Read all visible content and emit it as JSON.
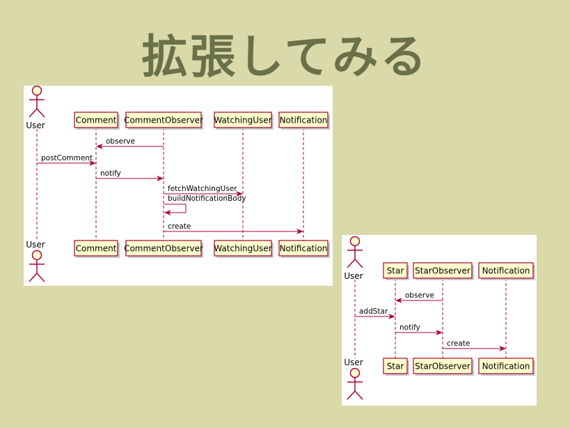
{
  "title": "拡張してみる",
  "colors": {
    "background": "#d9d9a9",
    "title": "#6a7048",
    "line": "#a80036",
    "box_fill": "#fefece"
  },
  "diagrams": [
    {
      "participants": [
        "User",
        "Comment",
        "CommentObserver",
        "WatchingUser",
        "Notification"
      ],
      "messages": [
        {
          "from": "CommentObserver",
          "to": "Comment",
          "label": "observe"
        },
        {
          "from": "User",
          "to": "Comment",
          "label": "postComment"
        },
        {
          "from": "Comment",
          "to": "CommentObserver",
          "label": "notify"
        },
        {
          "from": "CommentObserver",
          "to": "WatchingUser",
          "label": "fetchWatchingUser"
        },
        {
          "from": "CommentObserver",
          "to": "CommentObserver",
          "label": "buildNotificationBody"
        },
        {
          "from": "CommentObserver",
          "to": "Notification",
          "label": "create"
        }
      ]
    },
    {
      "participants": [
        "User",
        "Star",
        "StarObserver",
        "Notification"
      ],
      "messages": [
        {
          "from": "StarObserver",
          "to": "Star",
          "label": "observe"
        },
        {
          "from": "User",
          "to": "Star",
          "label": "addStar"
        },
        {
          "from": "Star",
          "to": "StarObserver",
          "label": "notify"
        },
        {
          "from": "StarObserver",
          "to": "Notification",
          "label": "create"
        }
      ]
    }
  ]
}
